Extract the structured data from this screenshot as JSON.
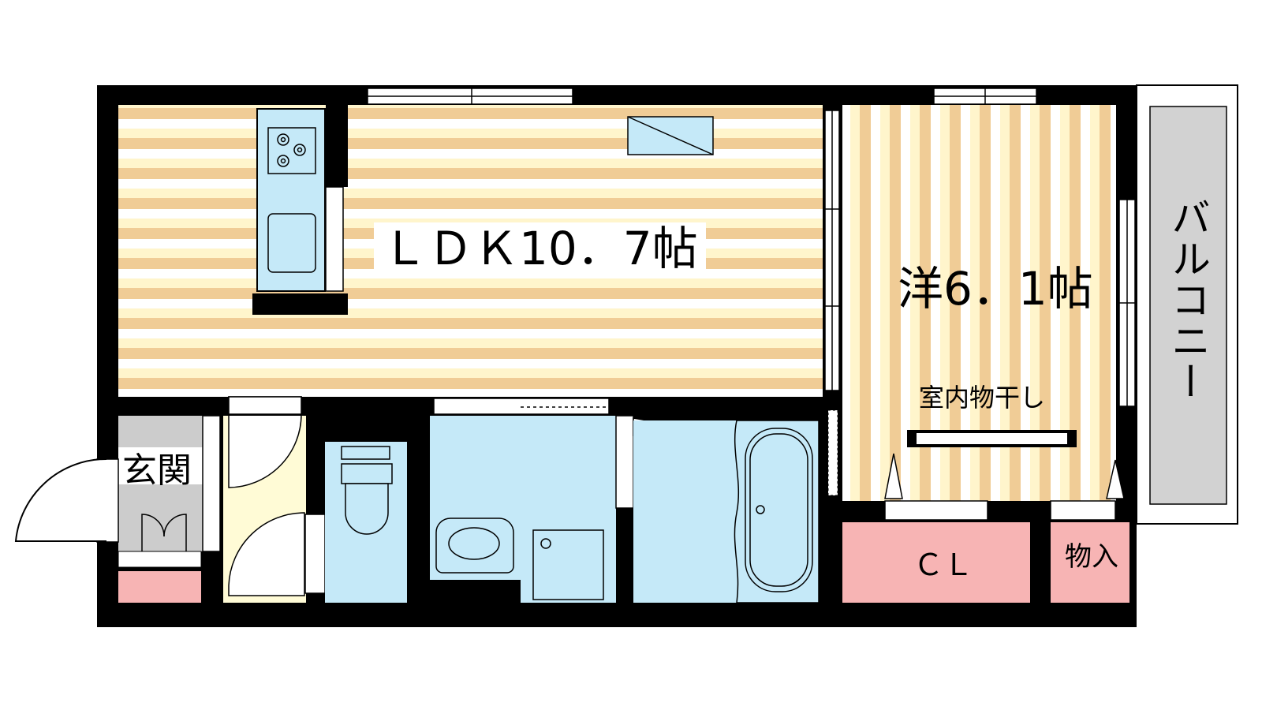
{
  "floorplan": {
    "rooms": {
      "ldk": {
        "label": "ＬＤＫ10．7帖"
      },
      "western": {
        "label": "洋6．1帖"
      },
      "entrance": {
        "label": "玄関"
      },
      "closet": {
        "label": "ＣＬ"
      },
      "storage": {
        "label": "物入"
      },
      "balcony": {
        "label": "バルコニー"
      },
      "drying": {
        "label": "室内物干し"
      }
    },
    "colors": {
      "wall": "#000000",
      "wood_light": "#fff5cc",
      "wood_dark": "#f0cc96",
      "tile": "#c5e9f8",
      "closet": "#f7b4b4",
      "balcony": "#d2d2d2",
      "hall": "#fffbd6",
      "entrance_floor": "#cccccc"
    }
  }
}
